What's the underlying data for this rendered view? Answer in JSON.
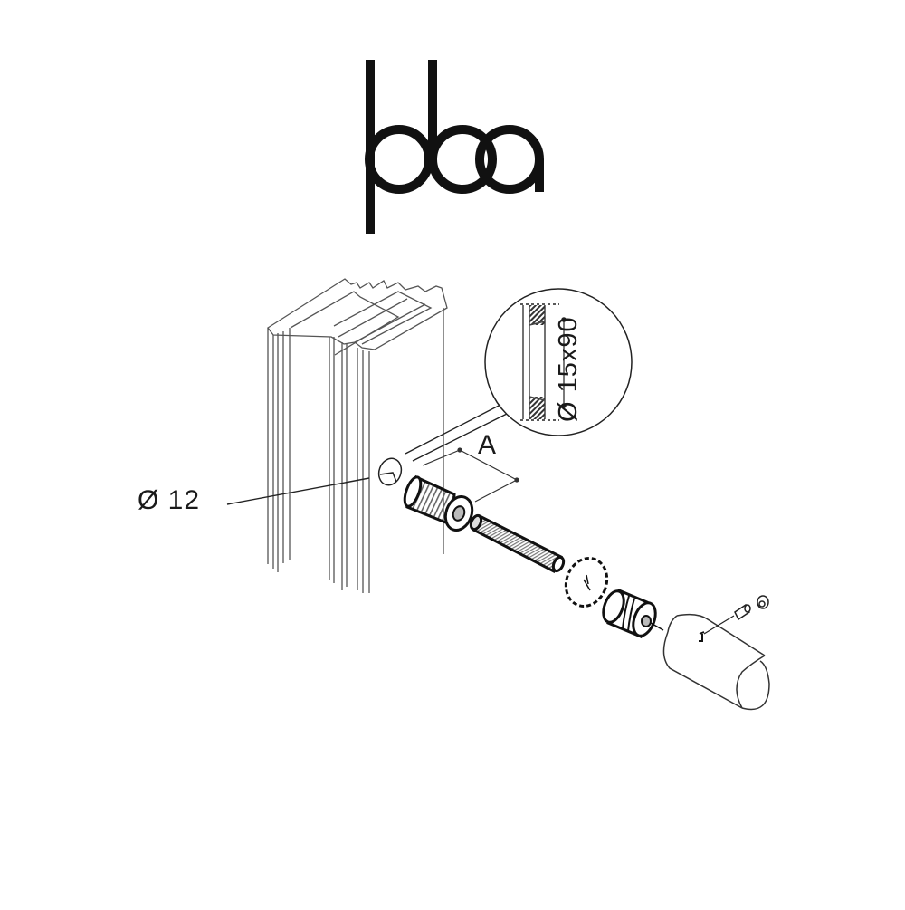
{
  "logo": {
    "text": "pba",
    "color": "#111111"
  },
  "diagram": {
    "title": "Handrail connector exploded assembly",
    "labels": {
      "hole_diameter": "Ø 12",
      "length_dimension": "A",
      "detail_diameter": "Ø 15x90"
    },
    "parts": [
      "aluminium-profile",
      "drill-hole",
      "threaded-insert",
      "threaded-rod",
      "toothed-washer",
      "connector-barrel",
      "tube-handrail",
      "grub-screw",
      "cap"
    ],
    "colors": {
      "line": "#1a1a1a",
      "light_line": "#555555",
      "hatch": "#333333",
      "background": "#ffffff"
    }
  }
}
